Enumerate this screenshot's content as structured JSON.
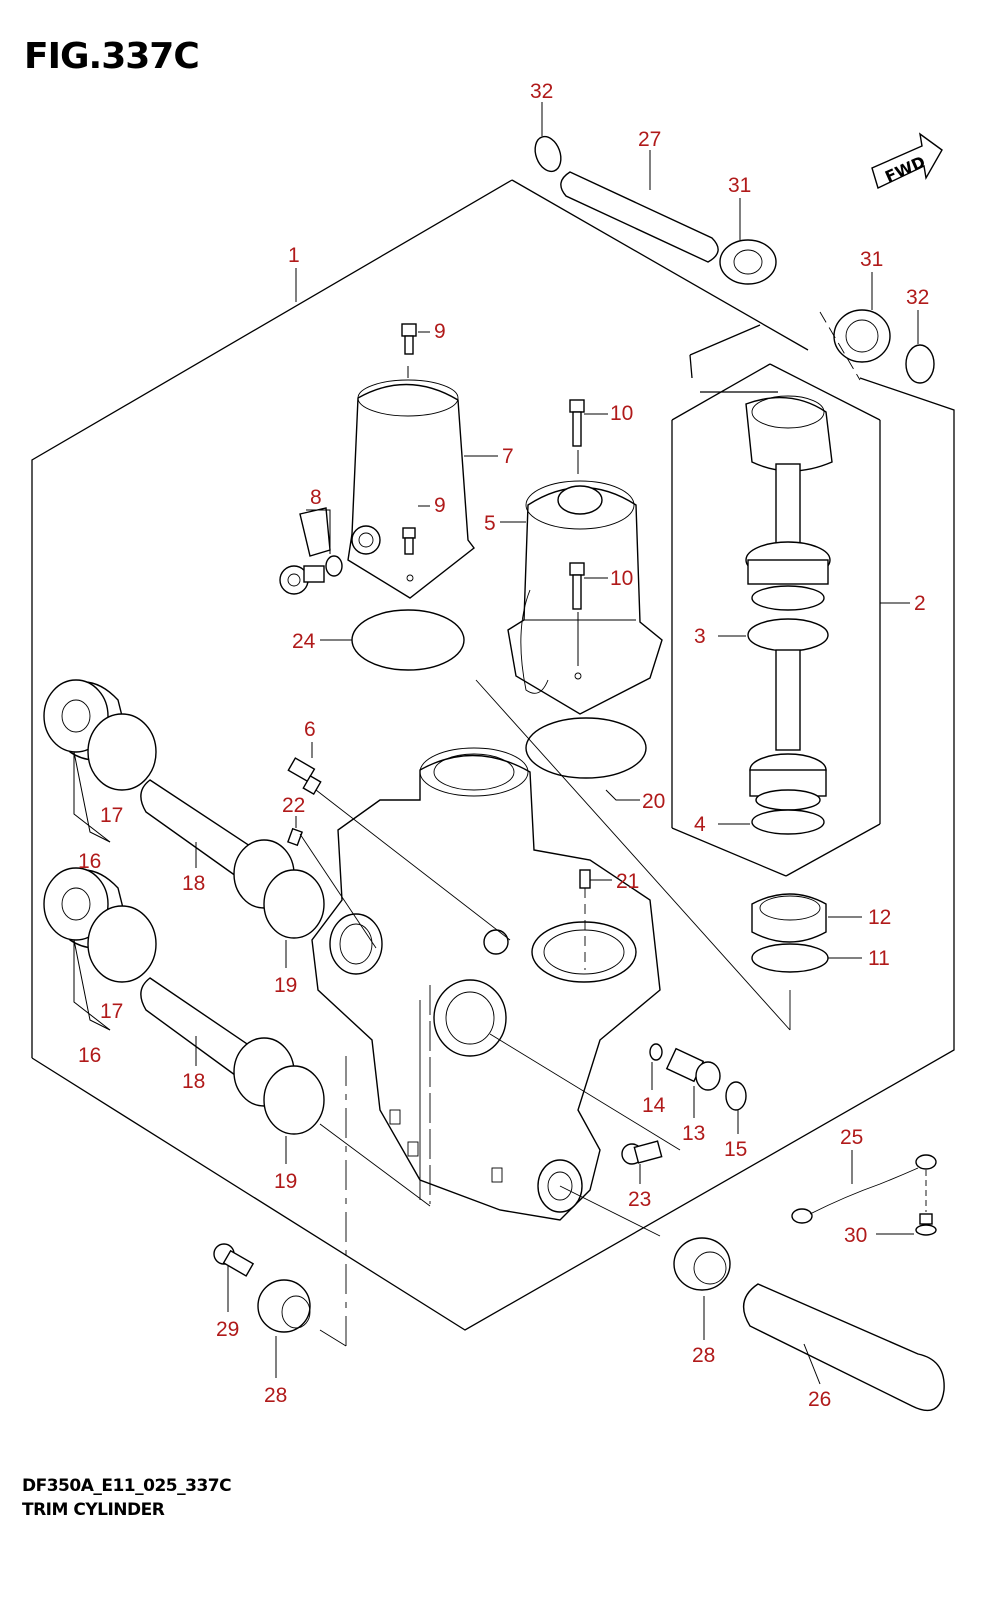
{
  "figure": {
    "title": "FIG.337C",
    "code": "DF350A_E11_025_337C",
    "name": "TRIM CYLINDER"
  },
  "fwd_label": "FWD",
  "callouts": [
    "1",
    "2",
    "3",
    "4",
    "5",
    "6",
    "7",
    "8",
    "9",
    "10",
    "11",
    "12",
    "13",
    "14",
    "15",
    "16",
    "17",
    "18",
    "19",
    "20",
    "21",
    "22",
    "23",
    "24",
    "25",
    "26",
    "27",
    "28",
    "29",
    "30",
    "31",
    "32"
  ]
}
